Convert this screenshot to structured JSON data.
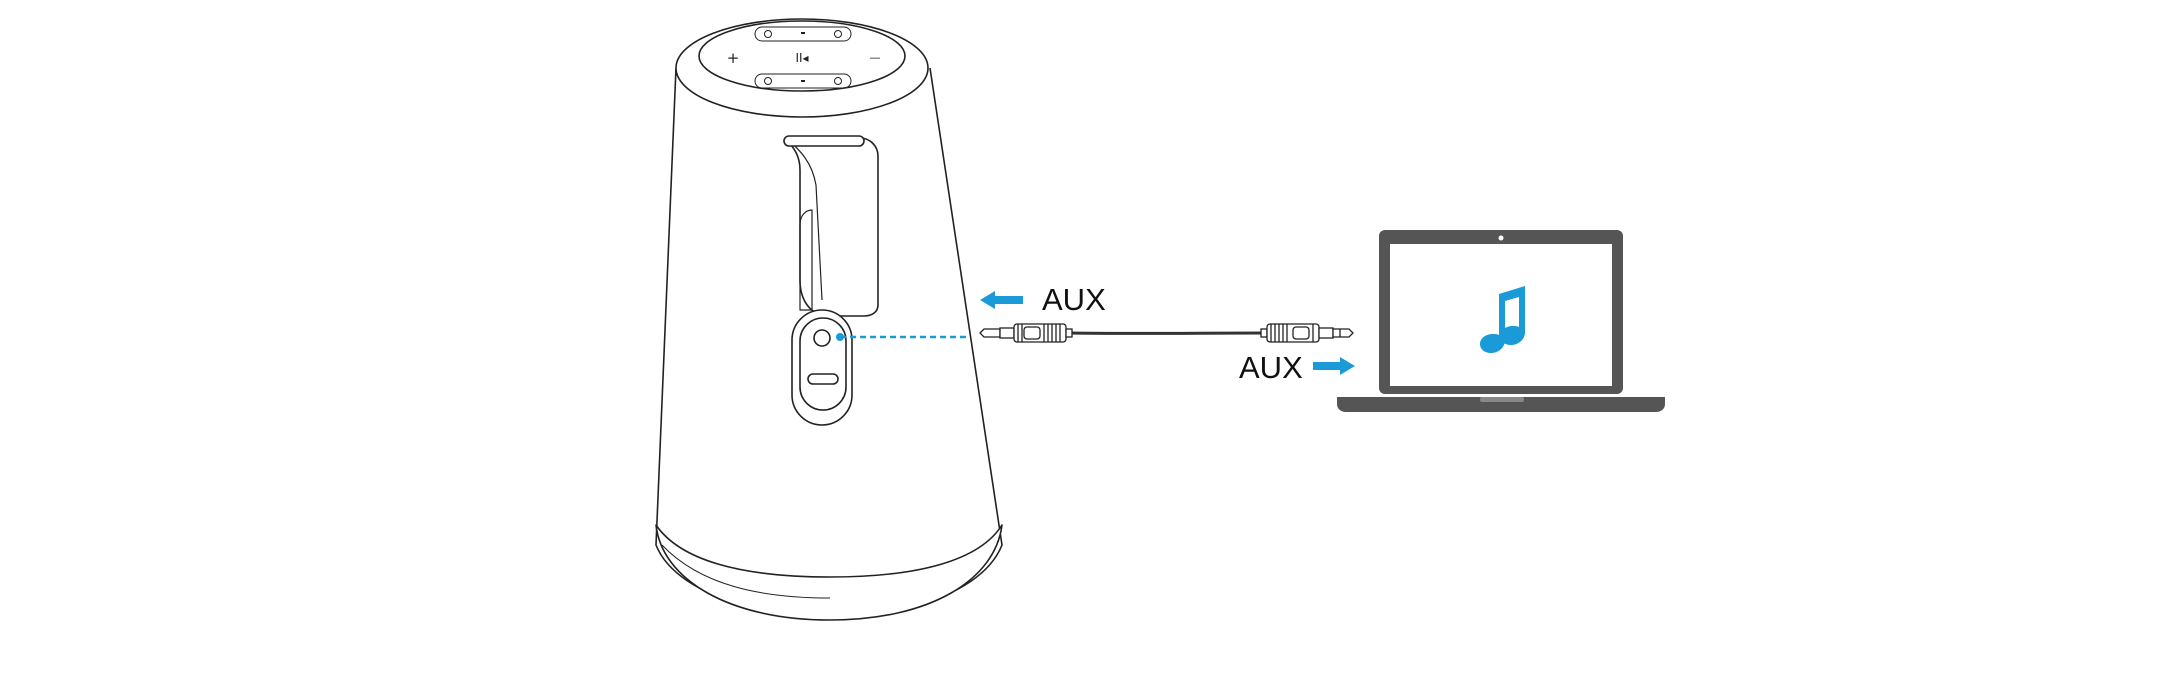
{
  "labels": {
    "aux_input": "AUX",
    "aux_output": "AUX"
  },
  "speaker_controls": {
    "play_pause": "II◂",
    "volume_up": "+",
    "volume_down": "—"
  },
  "icons": {
    "speaker": "speaker-icon",
    "aux_cable": "aux-cable-icon",
    "laptop": "laptop-icon",
    "music_note": "music-note-icon",
    "arrow_in": "arrow-left-icon",
    "arrow_out": "arrow-right-icon"
  },
  "colors": {
    "accent": "#1a9ad6",
    "outline": "#222222",
    "laptop": "#555555"
  }
}
